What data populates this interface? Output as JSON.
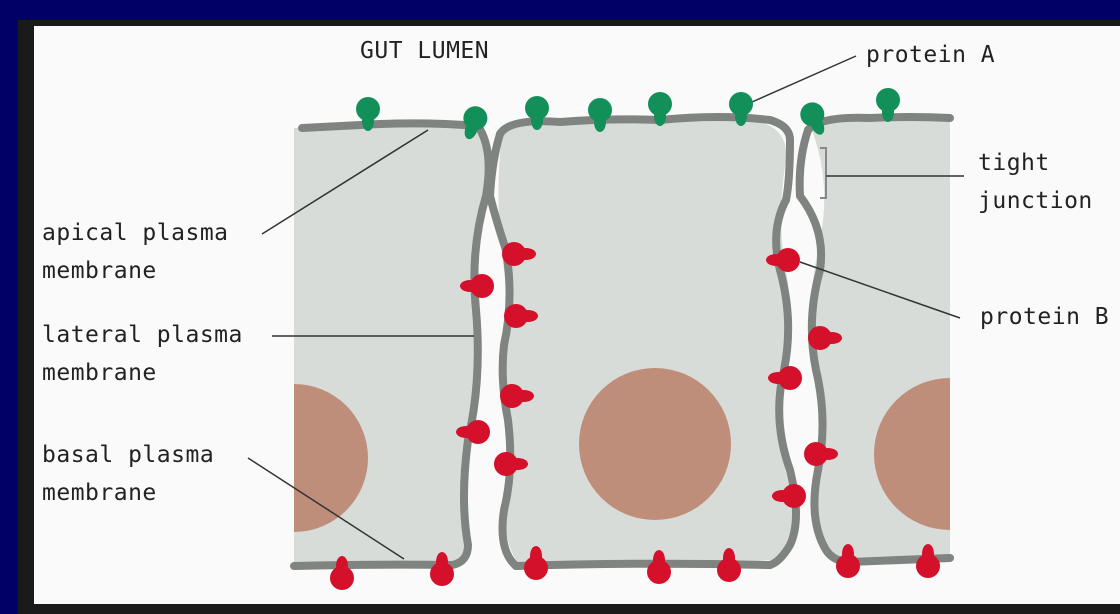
{
  "labels": {
    "gut_lumen": "GUT LUMEN",
    "protein_a": "protein A",
    "tight": "tight",
    "junction": "junction",
    "apical_1": "apical plasma",
    "apical_2": "membrane",
    "lateral_1": "lateral plasma",
    "lateral_2": "membrane",
    "basal_1": "basal plasma",
    "basal_2": "membrane",
    "protein_b": "protein B"
  },
  "colors": {
    "background": "#000066",
    "canvas": "#fafafa",
    "cytoplasm": "#d8dcd8",
    "membrane": "#7f8480",
    "nucleus": "#bf8e7a",
    "protein_a": "#138f5a",
    "protein_b": "#d4102b"
  }
}
